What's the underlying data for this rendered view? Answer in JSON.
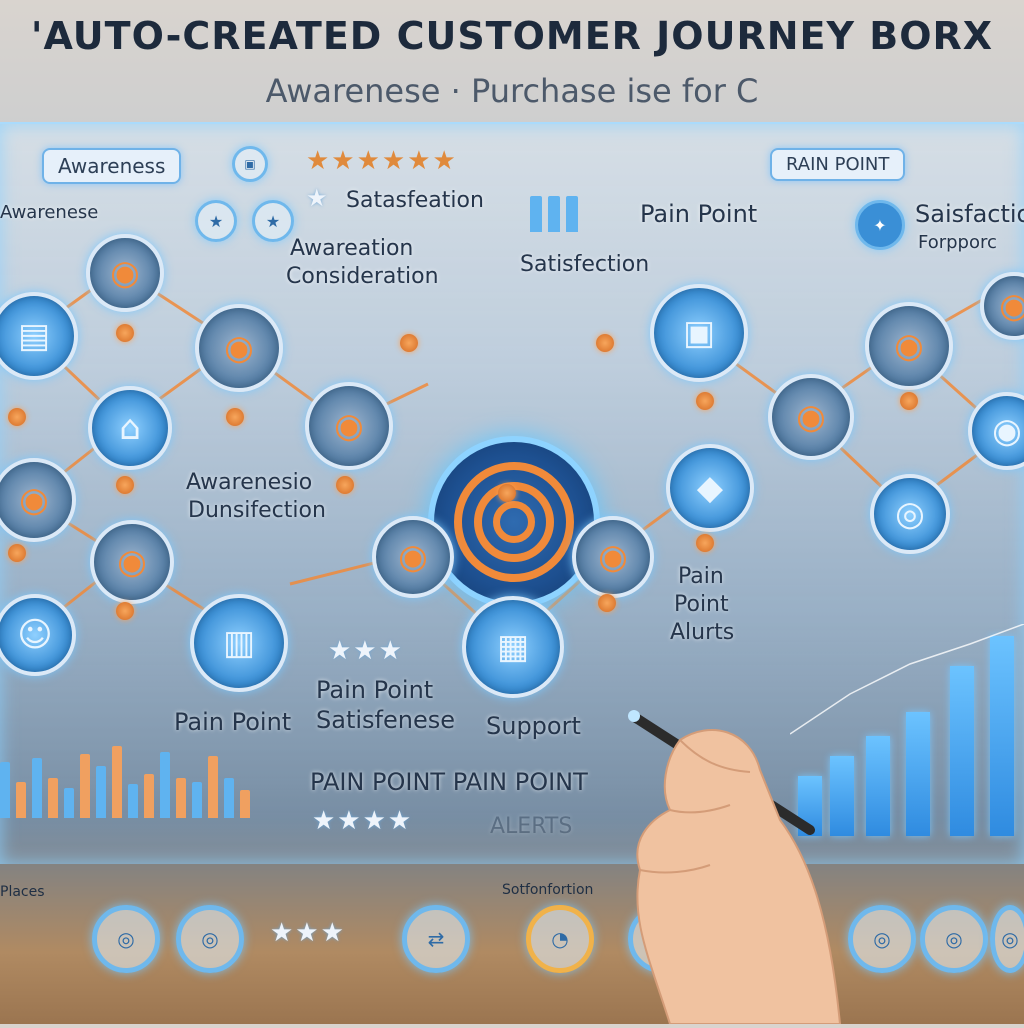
{
  "header": {
    "title": "'AUTO-CREATED CUSTOMER JOURNEY BORX",
    "subtitle": "Awarenese · Purchase ise for C"
  },
  "tags": {
    "awareness_pill": "Awareness",
    "pain_point_pill": "RAIN POINT",
    "awarenese": "Awarenese"
  },
  "labels": {
    "satisfeation": "Satasfeation",
    "awareation": "Awareation",
    "considertion": "Consideration",
    "satisfection": "Satisfection",
    "pain_point_top": "Pain Point",
    "satisfaction_support": "Saisfaction",
    "support_sub": "Forpporc",
    "awarensio": "Awarenesio",
    "dunsifection": "Dunsifection",
    "pain_point_alerts_1": "Pain",
    "pain_point_alerts_2": "Point",
    "pain_point_alerts_3": "Alurts",
    "pain_point_mid": "Pain Point",
    "satisfenese": "Satisfenese",
    "pain_point_left": "Pain Point",
    "support": "Support",
    "pain_point_row": "PAIN POINT PAIN POINT",
    "alerts_faded": "ALERTS",
    "bottom_left_1": "Places",
    "bottom_mid": "Sotfonfortion"
  },
  "ratings": {
    "top_stars": "★★★★★★",
    "satisfaction_star": "★",
    "mid_stars": "★★★",
    "lower_stars": "★★★★",
    "bottom_stars": "★★★"
  },
  "icons": [
    "target-icon",
    "chat-icon",
    "star-icon",
    "chart-icon",
    "cart-icon",
    "person-icon"
  ],
  "colors": {
    "accent": "#f08a3a",
    "glow": "#8ed3ff",
    "node_blue": "#3a8fd6"
  }
}
